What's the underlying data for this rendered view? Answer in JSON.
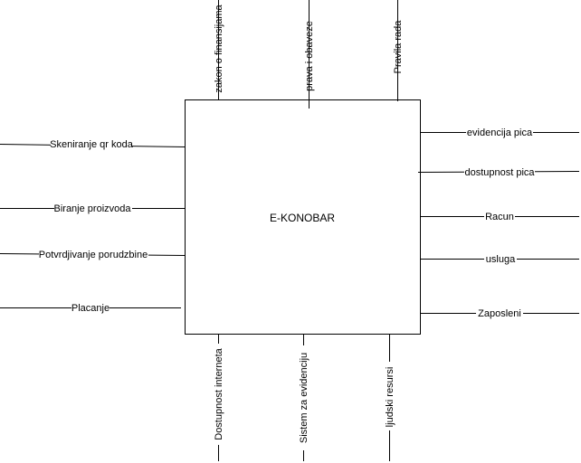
{
  "process": {
    "title": "E-KONOBAR"
  },
  "controls": [
    {
      "id": "zakon",
      "label": "zakon o finansijama"
    },
    {
      "id": "prava",
      "label": "prava i obaveze"
    },
    {
      "id": "pravila",
      "label": "Pravila rada"
    }
  ],
  "inputs": [
    {
      "id": "skeniranje",
      "label": "Skeniranje qr koda"
    },
    {
      "id": "biranje",
      "label": "Biranje proizvoda"
    },
    {
      "id": "potvrdjivanje",
      "label": "Potvrdjivanje porudzbine"
    },
    {
      "id": "placanje",
      "label": "Placanje"
    }
  ],
  "outputs": [
    {
      "id": "evidencija",
      "label": "evidencija pica"
    },
    {
      "id": "dostupnost",
      "label": "dostupnost pica"
    },
    {
      "id": "racun",
      "label": "Racun"
    },
    {
      "id": "usluga",
      "label": "usluga"
    },
    {
      "id": "zaposleni",
      "label": "Zaposleni"
    }
  ],
  "mechanisms": [
    {
      "id": "internet",
      "label": "Dostupnost interneta"
    },
    {
      "id": "sistem",
      "label": "Sistem za evidenciju"
    },
    {
      "id": "ljudski",
      "label": "ljudski resursi"
    }
  ]
}
